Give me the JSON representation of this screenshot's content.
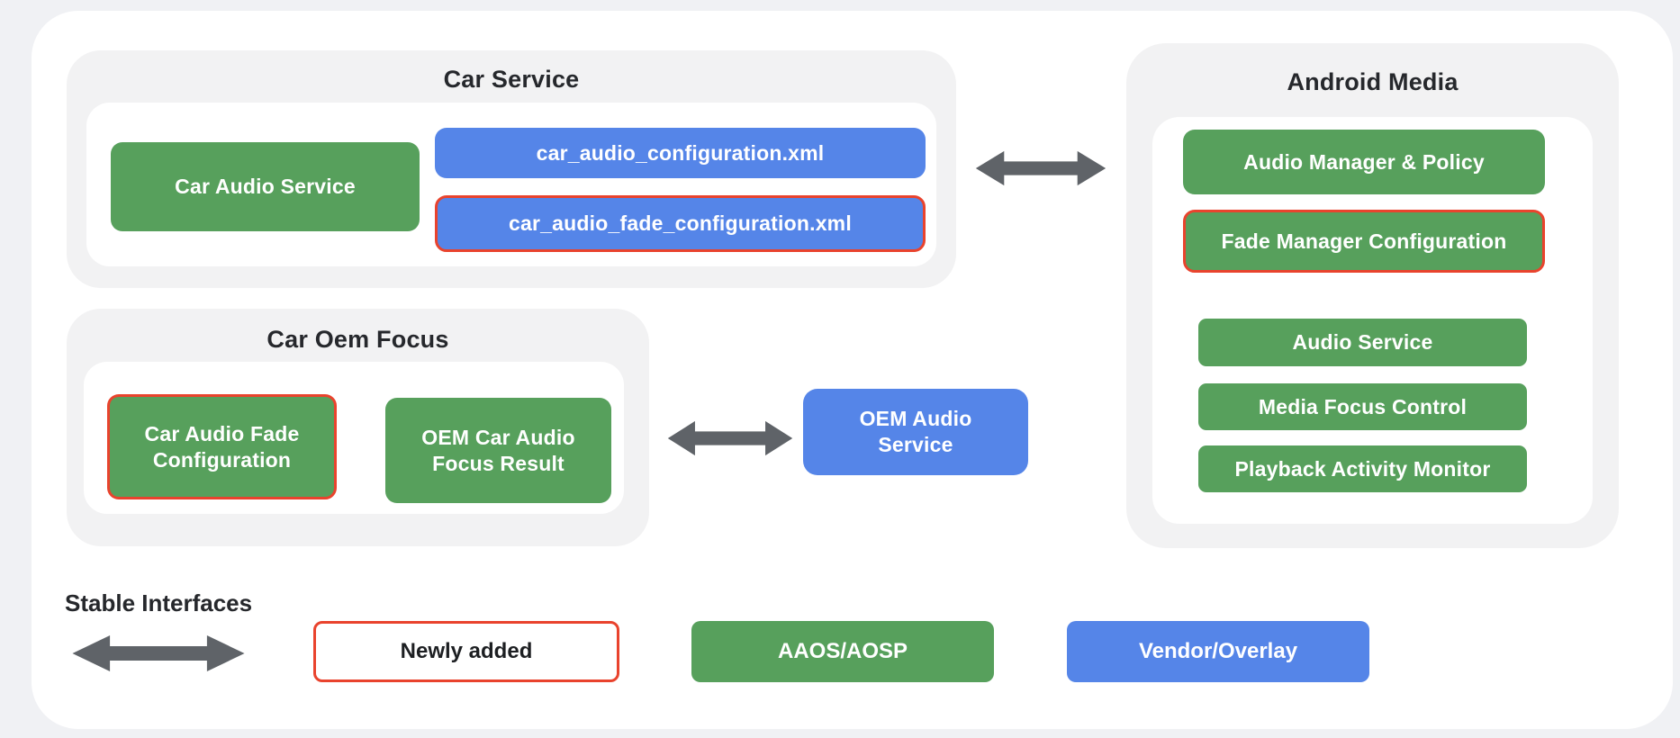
{
  "palette": {
    "green": "#57a05c",
    "blue": "#5585e8",
    "highlight_red": "#e9432d",
    "arrow_gray": "#5f6368",
    "panel_gray": "#f2f2f3",
    "card_white": "#ffffff",
    "page_background": "#f0f1f4",
    "title_text": "#26282c"
  },
  "diagram": {
    "car_service": {
      "title": "Car Service",
      "car_audio_service": "Car Audio Service",
      "config_xml": "car_audio_configuration.xml",
      "fade_config_xml": "car_audio_fade_configuration.xml"
    },
    "android_media": {
      "title": "Android Media",
      "audio_manager_policy": "Audio Manager & Policy",
      "fade_manager_configuration": "Fade Manager Configuration",
      "audio_service": "Audio Service",
      "media_focus_control": "Media Focus Control",
      "playback_activity_monitor": "Playback Activity Monitor"
    },
    "car_oem_focus": {
      "title": "Car Oem Focus",
      "car_audio_fade_configuration": "Car Audio Fade Configuration",
      "oem_car_audio_focus_result": "OEM Car Audio Focus Result"
    },
    "oem_audio_service": "OEM Audio Service"
  },
  "legend": {
    "stable_interfaces": "Stable Interfaces",
    "newly_added": "Newly added",
    "aaos_aosp": "AAOS/AOSP",
    "vendor_overlay": "Vendor/Overlay"
  },
  "icons": {
    "bidirectional_arrow": "double-headed horizontal arrow"
  }
}
